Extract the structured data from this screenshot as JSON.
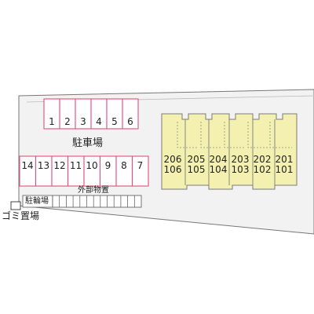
{
  "labels": {
    "parking": "駐車場",
    "outdoor_storage": "外部物置",
    "bicycle_parking": "駐輪場",
    "trash_area": "ゴミ置場"
  },
  "parking_top": [
    "1",
    "2",
    "3",
    "4",
    "5",
    "6"
  ],
  "parking_bottom": [
    "14",
    "13",
    "12",
    "11",
    "10",
    "9",
    "8",
    "7"
  ],
  "units_upper": [
    "206",
    "205",
    "204",
    "203",
    "202",
    "201"
  ],
  "units_lower": [
    "106",
    "105",
    "104",
    "103",
    "102",
    "101"
  ],
  "colors": {
    "parking": "#e0507a",
    "building_fill": "#f4f1b0",
    "building_stroke": "#7a7a7a",
    "site_fill": "#f2f2f2",
    "site_stroke": "#777777"
  }
}
